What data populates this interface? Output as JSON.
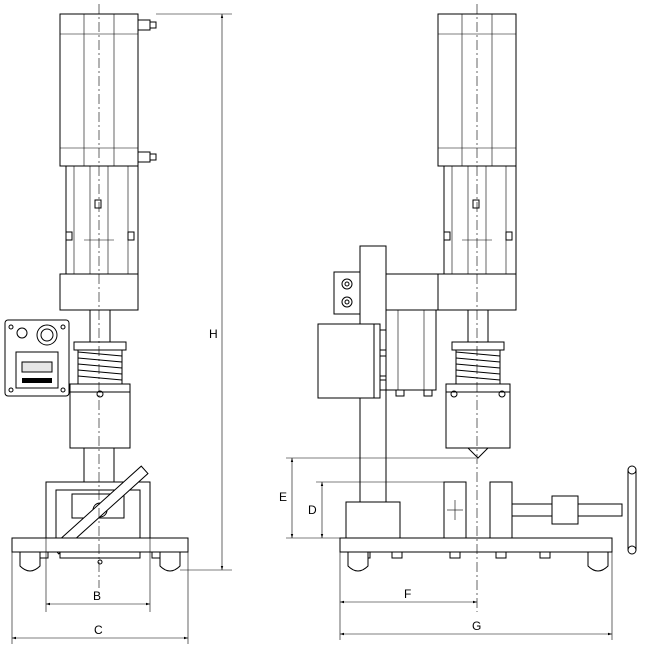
{
  "dimension_labels": {
    "b": "B",
    "c": "C",
    "h": "H",
    "d": "D",
    "e": "E",
    "f": "F",
    "g": "G"
  }
}
